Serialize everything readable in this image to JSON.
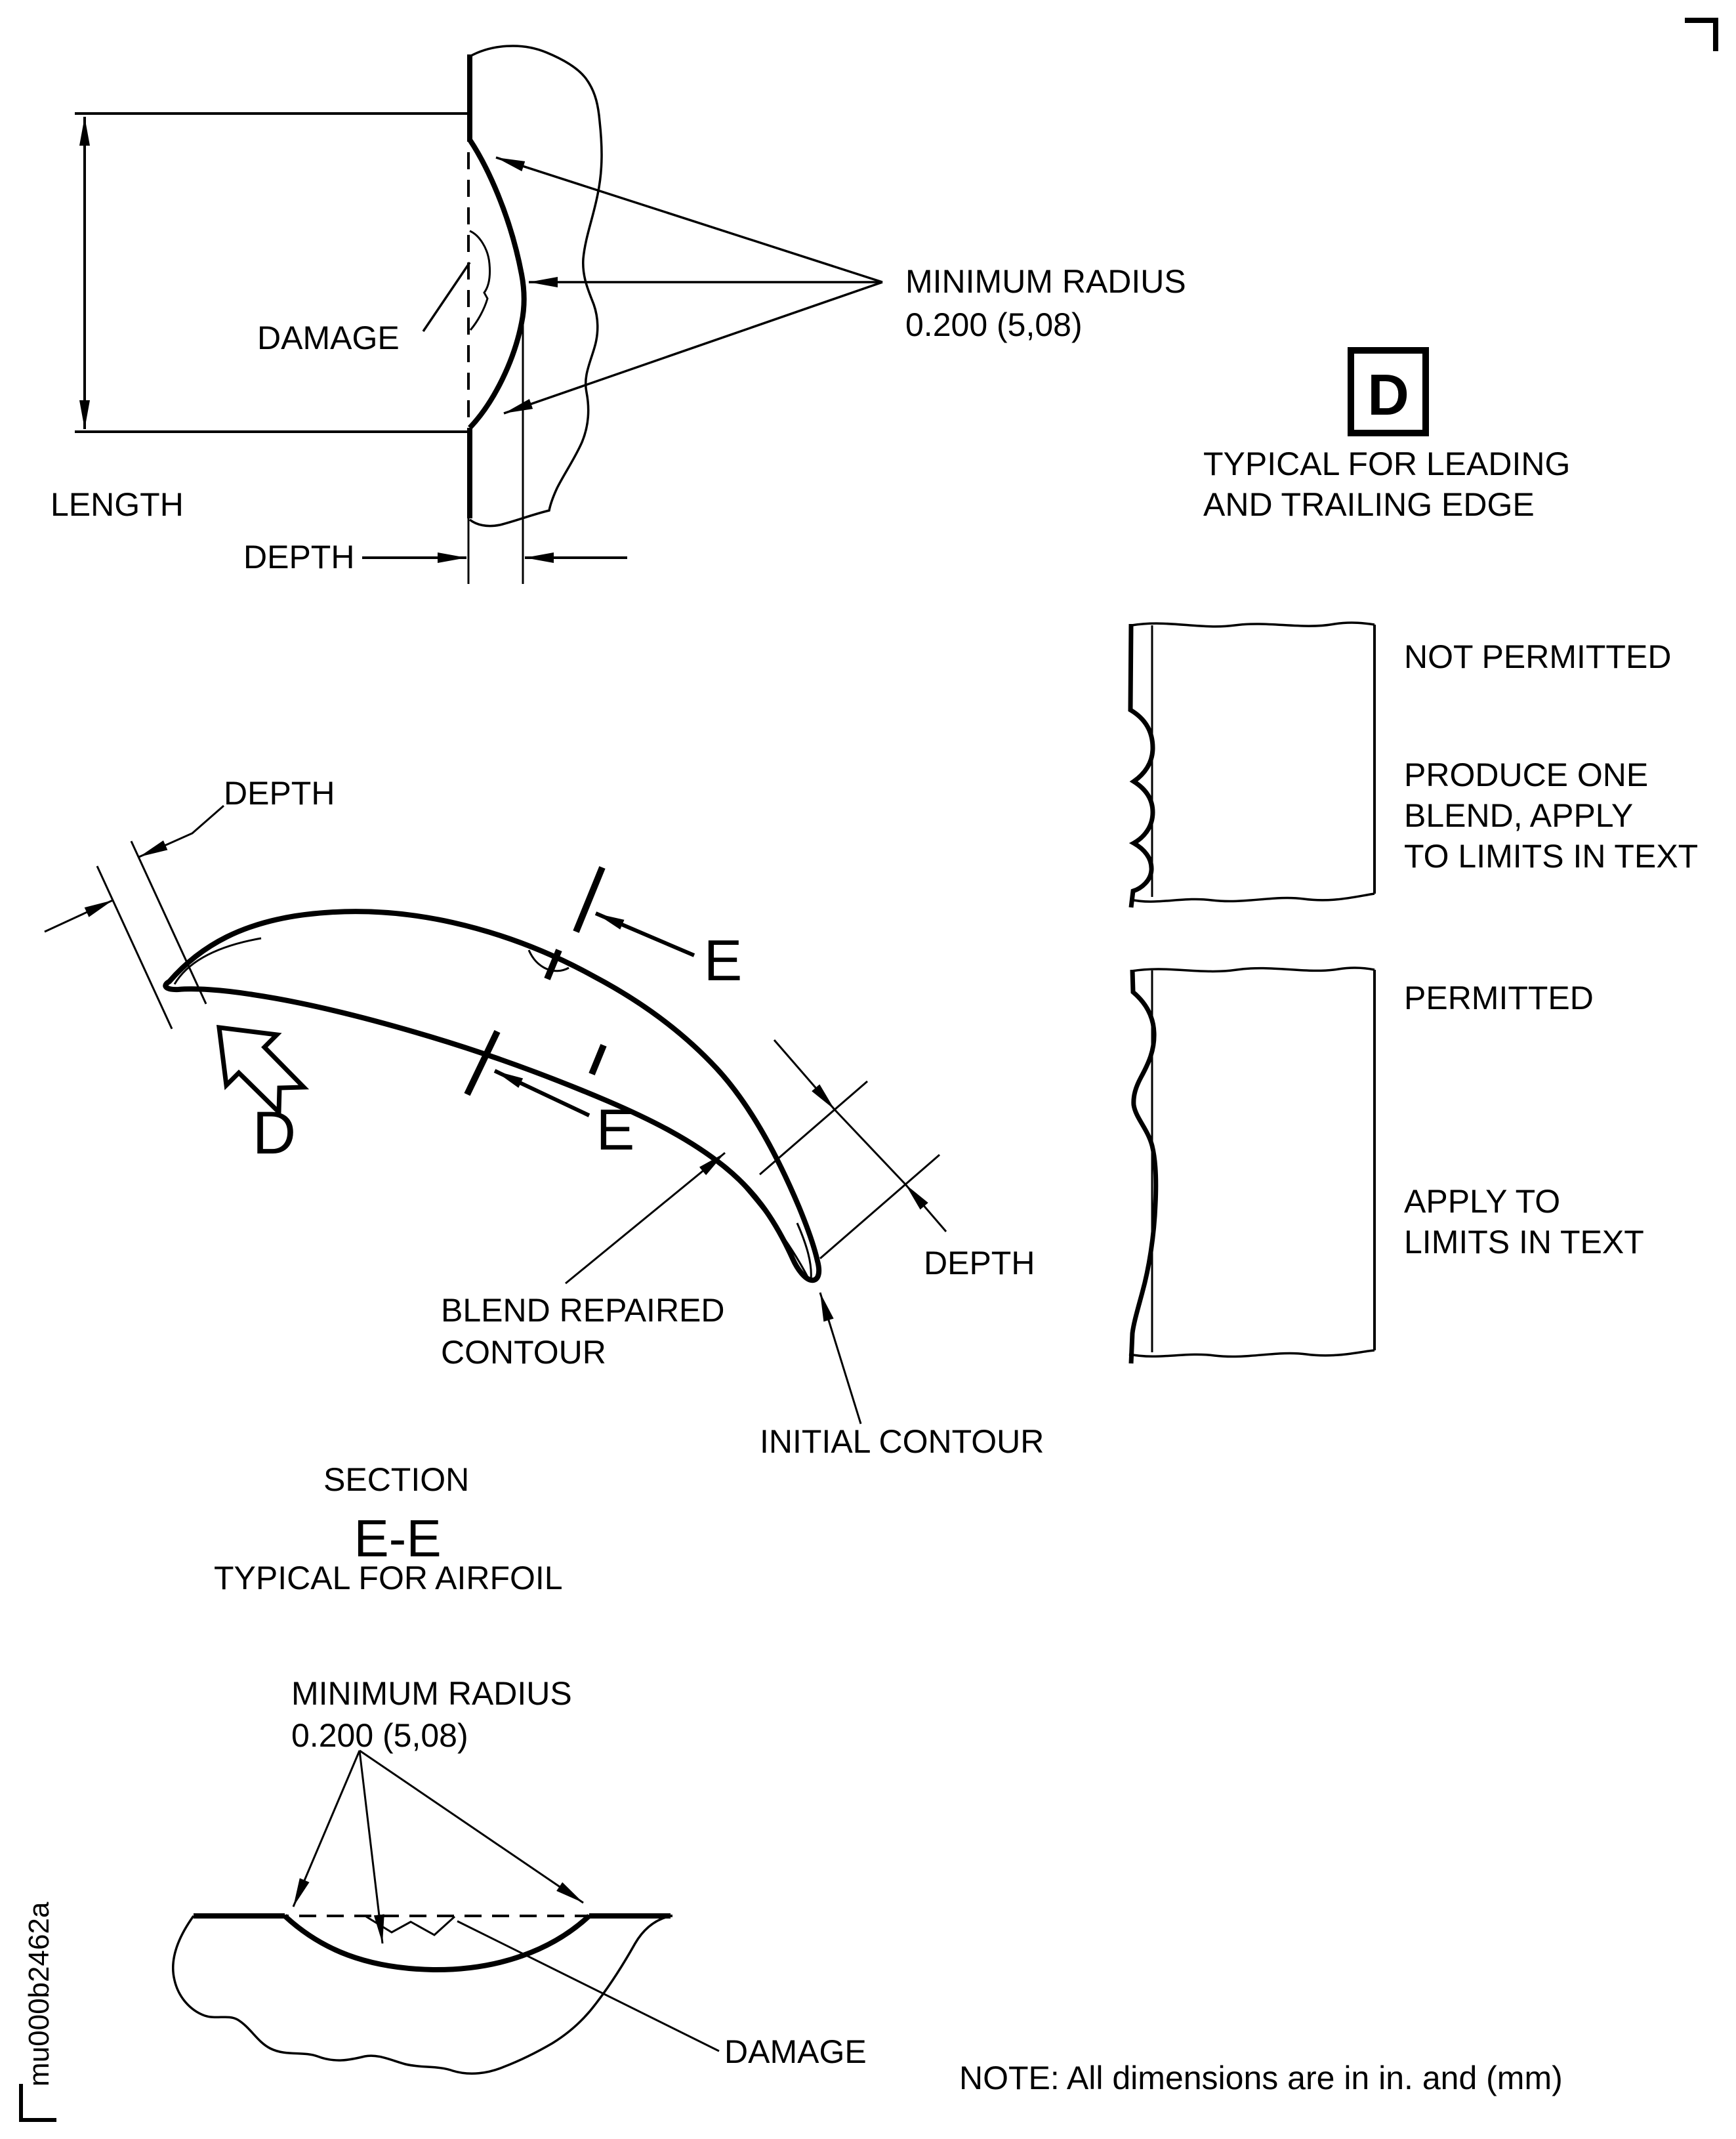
{
  "figure": {
    "note": "NOTE: All dimensions are in in. and (mm)",
    "doc_id": "mu000b2462a",
    "top_view": {
      "damage_label": "DAMAGE",
      "length_label": "LENGTH",
      "depth_label": "DEPTH",
      "min_radius_line1": "MINIMUM RADIUS",
      "min_radius_line2": "0.200 (5,08)"
    },
    "detail_marker": {
      "letter": "D",
      "caption_line1": "TYPICAL FOR LEADING",
      "caption_line2": "AND TRAILING EDGE"
    },
    "edge_rules": {
      "not_permitted_label": "NOT PERMITTED",
      "not_permitted_caption_line1": "PRODUCE ONE",
      "not_permitted_caption_line2": "BLEND, APPLY",
      "not_permitted_caption_line3": "TO LIMITS IN TEXT",
      "permitted_label": "PERMITTED",
      "permitted_caption_line1": "APPLY TO",
      "permitted_caption_line2": "LIMITS IN TEXT"
    },
    "airfoil_view": {
      "depth_le_label": "DEPTH",
      "depth_te_label": "DEPTH",
      "d_label": "D",
      "e_label": "E",
      "blend_line1": "BLEND REPAIRED",
      "blend_line2": "CONTOUR",
      "initial_contour_label": "INITIAL CONTOUR",
      "section_label": "SECTION",
      "section_name": "E-E",
      "section_caption": "TYPICAL FOR AIRFOIL"
    },
    "bottom_view": {
      "min_radius_line1": "MINIMUM RADIUS",
      "min_radius_line2": "0.200 (5,08)",
      "damage_label": "DAMAGE"
    },
    "colors": {
      "ink": "#000000",
      "paper": "#ffffff"
    }
  }
}
